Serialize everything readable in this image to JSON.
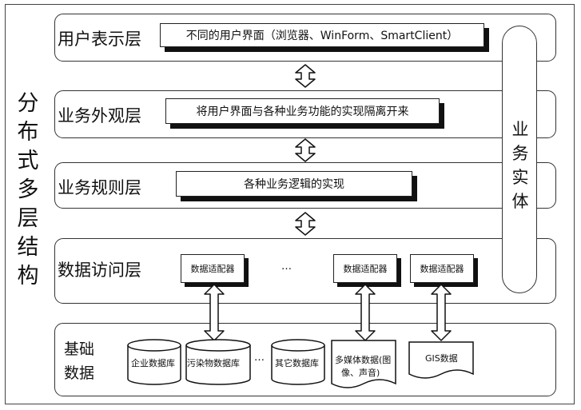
{
  "side_title": [
    "分",
    "布",
    "式",
    "多",
    "层",
    "结",
    "构"
  ],
  "layers": {
    "presentation": {
      "label": "用户表示层",
      "desc": "不同的用户界面（浏览器、WinForm、SmartClient）"
    },
    "facade": {
      "label": "业务外观层",
      "desc": "将用户界面与各种业务功能的实现隔离开来"
    },
    "rules": {
      "label": "业务规则层",
      "desc": "各种业务逻辑的实现"
    },
    "data_access": {
      "label": "数据访问层",
      "adapters": [
        "数据适配器",
        "数据适配器",
        "数据适配器"
      ],
      "ellipsis": "…"
    }
  },
  "entity": [
    "业",
    "务",
    "实",
    "体"
  ],
  "base_data": {
    "label_line1": "基础",
    "label_line2": "数据",
    "databases": [
      "企业数据库",
      "污染物数据库",
      "其它数据库"
    ],
    "ellipsis": "…",
    "multimedia_line1": "多媒体数据(图",
    "multimedia_line2": "像、声音)",
    "gis": "GIS数据"
  }
}
